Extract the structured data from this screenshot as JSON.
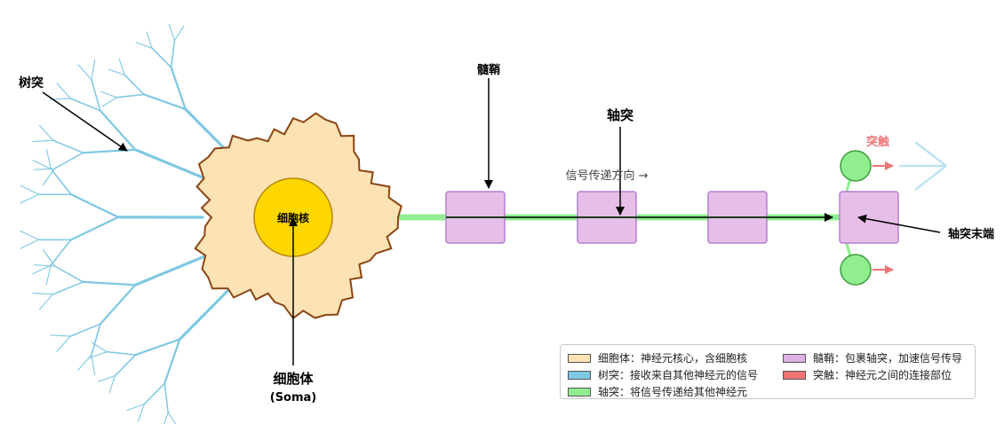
{
  "labels": {
    "dendrite": "树突",
    "myelin": "髓鞘",
    "axon": "轴突",
    "nucleus": "细胞核",
    "soma": "细胞体",
    "soma_en": "(Soma)",
    "synapse": "突触",
    "terminal": "轴突末端",
    "direction": "信号传递方向 →"
  },
  "legend": [
    {
      "text": "细胞体：神经元核心，含细胞核",
      "color": "#fde3b3"
    },
    {
      "text": "髓鞘：包裹轴突，加速信号传导",
      "color": "#dcb1e5"
    },
    {
      "text": "树突：接收来自其他神经元的信号",
      "color": "#7ec8e3"
    },
    {
      "text": "突触：神经元之间的连接部位",
      "color": "#f07474"
    },
    {
      "text": "轴突：将信号传递给其他神经元",
      "color": "#90ee90"
    }
  ],
  "colors": {
    "soma_fill": "#fde3b3",
    "soma_stroke": "#8b4513",
    "nucleus_fill": "#ffd700",
    "nucleus_stroke": "#b8860b",
    "dendrite": "#7ec8e3",
    "axon": "#90ee90",
    "myelin_fill": "#e6bfe8",
    "myelin_stroke": "#b57ed0",
    "synapse_fill": "#90ee90",
    "synapse_stroke": "#3c9b3c",
    "synapse_arrow": "#f07474",
    "synapse_label": "#f07474"
  }
}
